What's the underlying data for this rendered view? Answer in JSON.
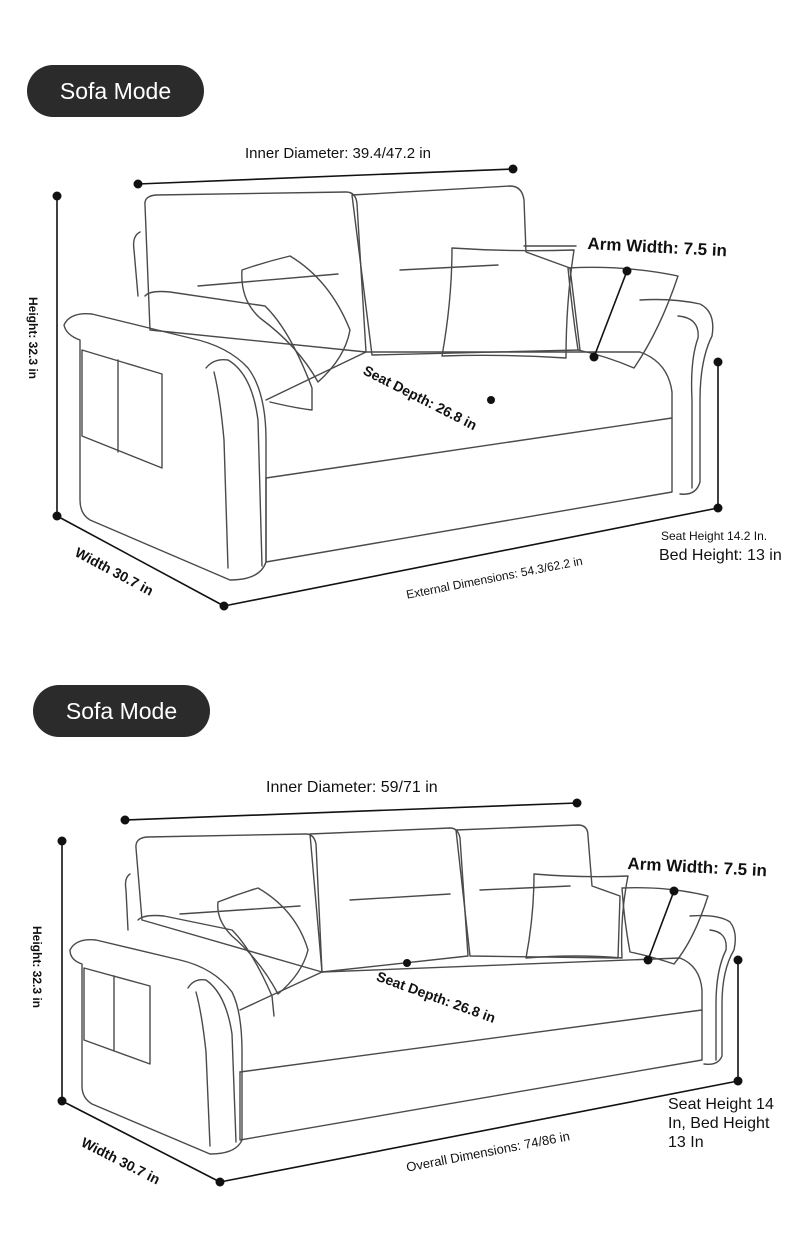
{
  "panels": [
    {
      "mode_label": "Sofa Mode",
      "inner_diameter": "Inner Diameter: 39.4/47.2 in",
      "arm_width": "Arm Width: 7.5 in",
      "height": "Height: 32.3 in",
      "seat_depth": "Seat Depth: 26.8 in",
      "width": "Width 30.7 in",
      "external_dimensions": "External Dimensions: 54.3/62.2 in",
      "seat_height": "Seat Height 14.2 In.",
      "bed_height": "Bed Height: 13 in"
    },
    {
      "mode_label": "Sofa Mode",
      "inner_diameter": "Inner Diameter: 59/71 in",
      "arm_width": "Arm Width: 7.5 in",
      "height": "Height: 32.3 in",
      "seat_depth": "Seat Depth: 26.8 in",
      "width": "Width 30.7 in",
      "overall_dimensions": "Overall Dimensions: 74/86 in",
      "seat_bed_height_lines": [
        "Seat Height 14",
        "In, Bed Height",
        "13 In"
      ]
    }
  ]
}
